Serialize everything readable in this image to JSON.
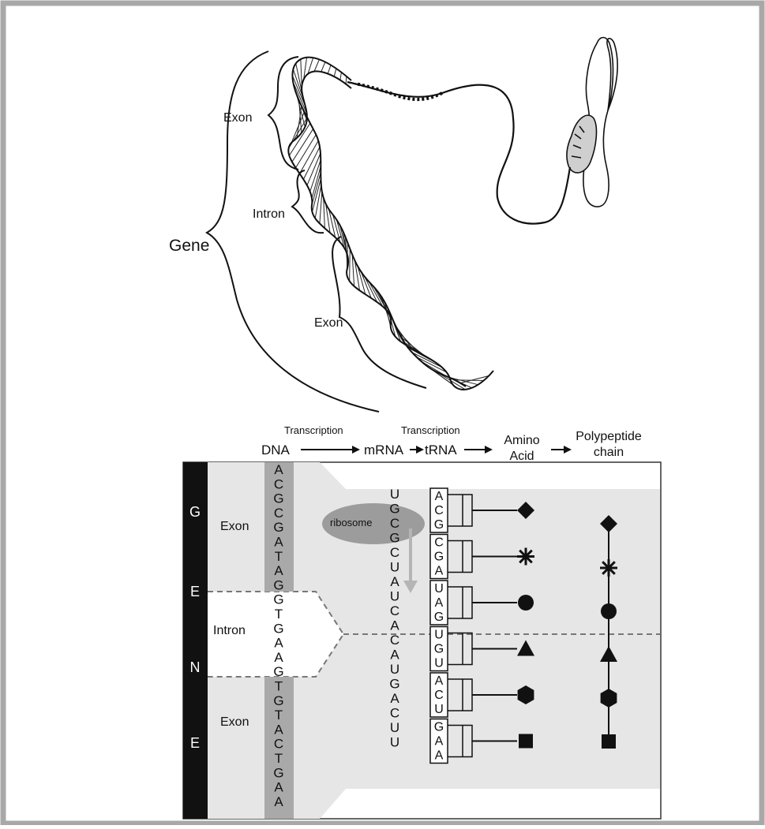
{
  "colors": {
    "frame": "#a8a8a8",
    "gene_bar": "#111111",
    "panel_fill": "#e6e6e6",
    "dna_strip": "#a9a9a9",
    "ribosome": "#9c9c9c",
    "ink": "#111111"
  },
  "top": {
    "gene_label": "Gene",
    "exon1_label": "Exon",
    "intron_label": "Intron",
    "exon2_label": "Exon"
  },
  "flow": {
    "dna": "DNA",
    "transcription1": "Transcription",
    "mrna": "mRNA",
    "transcription2": "Transcription",
    "trna": "tRNA",
    "amino_line1": "Amino",
    "amino_line2": "Acid",
    "poly_line1": "Polypeptide",
    "poly_line2": "chain"
  },
  "panel": {
    "gene_letters": [
      "G",
      "E",
      "N",
      "E"
    ],
    "exon1_label": "Exon",
    "intron_label": "Intron",
    "exon2_label": "Exon",
    "ribosome_label": "ribosome",
    "dna_bases": [
      "A",
      "C",
      "G",
      "C",
      "G",
      "A",
      "T",
      "A",
      "G",
      "G",
      "T",
      "G",
      "A",
      "A",
      "G",
      "T",
      "G",
      "T",
      "A",
      "C",
      "T",
      "G",
      "A",
      "A"
    ],
    "mrna_bases": [
      "U",
      "G",
      "C",
      "G",
      "C",
      "U",
      "A",
      "U",
      "C",
      "A",
      "C",
      "A",
      "U",
      "G",
      "A",
      "C",
      "U",
      "U"
    ],
    "codons": [
      {
        "bases": [
          "A",
          "C",
          "G"
        ],
        "shape": "diamond"
      },
      {
        "bases": [
          "C",
          "G",
          "A"
        ],
        "shape": "asterisk"
      },
      {
        "bases": [
          "U",
          "A",
          "G"
        ],
        "shape": "circle"
      },
      {
        "bases": [
          "U",
          "G",
          "U"
        ],
        "shape": "triangle"
      },
      {
        "bases": [
          "A",
          "C",
          "U"
        ],
        "shape": "hexagon"
      },
      {
        "bases": [
          "G",
          "A",
          "A"
        ],
        "shape": "square"
      }
    ]
  }
}
